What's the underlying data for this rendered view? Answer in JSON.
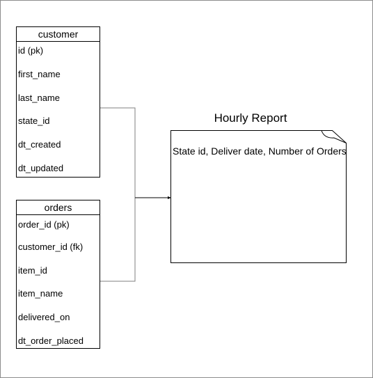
{
  "diagram": {
    "customer_table": {
      "title": "customer",
      "fields": [
        "id (pk)",
        "first_name",
        "last_name",
        "state_id",
        "dt_created",
        "dt_updated"
      ]
    },
    "orders_table": {
      "title": "orders",
      "fields": [
        "order_id (pk)",
        "customer_id (fk)",
        "item_id",
        "item_name",
        "delivered_on",
        "dt_order_placed"
      ]
    },
    "report": {
      "title": "Hourly Report",
      "content": "State id, Deliver date, Number of Orders"
    }
  }
}
